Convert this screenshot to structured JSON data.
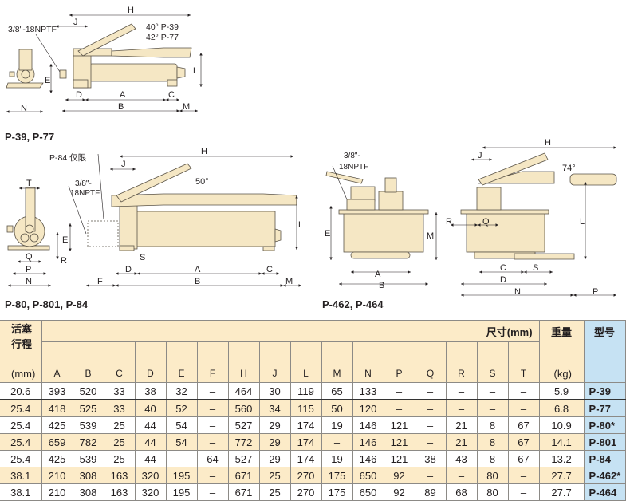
{
  "diagrams": {
    "p39": {
      "caption": "P-39, P-77",
      "port_label": "3/8\"-18NPTF",
      "angle_labels": [
        "40° P-39",
        "42° P-77"
      ],
      "dims": {
        "H": "H",
        "J": "J",
        "L": "L",
        "E": "E",
        "N": "N",
        "D": "D",
        "A": "A",
        "C": "C",
        "B": "B",
        "M": "M"
      }
    },
    "p80": {
      "caption": "P-80, P-801, P-84",
      "p84_note": "P-84 仅限",
      "port_label_1": "3/8\"-",
      "port_label_2": "18NPTF",
      "angle_label": "50°",
      "dims": {
        "H": "H",
        "J": "J",
        "L": "L",
        "T": "T",
        "E": "E",
        "R": "R",
        "Q": "Q",
        "P": "P",
        "N": "N",
        "F": "F",
        "D": "D",
        "S": "S",
        "A": "A",
        "C": "C",
        "B": "B",
        "M": "M"
      }
    },
    "p462": {
      "caption": "P-462, P-464",
      "port_label_1": "3/8\"-",
      "port_label_2": "18NPTF",
      "angle_label": "74°",
      "dims": {
        "H": "H",
        "J": "J",
        "L": "L",
        "E": "E",
        "M": "M",
        "A": "A",
        "B": "B",
        "R": "R",
        "Q": "Q",
        "C": "C",
        "S": "S",
        "D": "D",
        "N": "N",
        "P": "P"
      }
    }
  },
  "table": {
    "stroke_header_1": "活塞",
    "stroke_header_2": "行程",
    "stroke_unit": "(mm)",
    "dims_header": "尺寸(mm)",
    "weight_header": "重量",
    "weight_unit": "(kg)",
    "model_header": "型号",
    "columns": [
      "A",
      "B",
      "C",
      "D",
      "E",
      "F",
      "H",
      "J",
      "L",
      "M",
      "N",
      "P",
      "Q",
      "R",
      "S",
      "T"
    ],
    "rows": [
      {
        "stroke": "20.6",
        "vals": [
          "393",
          "520",
          "33",
          "38",
          "32",
          "–",
          "464",
          "30",
          "119",
          "65",
          "133",
          "–",
          "–",
          "–",
          "–",
          "–"
        ],
        "weight": "5.9",
        "model": "P-39"
      },
      {
        "stroke": "25.4",
        "vals": [
          "418",
          "525",
          "33",
          "40",
          "52",
          "–",
          "560",
          "34",
          "115",
          "50",
          "120",
          "–",
          "–",
          "–",
          "–",
          "–"
        ],
        "weight": "6.8",
        "model": "P-77"
      },
      {
        "stroke": "25.4",
        "vals": [
          "425",
          "539",
          "25",
          "44",
          "54",
          "–",
          "527",
          "29",
          "174",
          "19",
          "146",
          "121",
          "–",
          "21",
          "8",
          "67"
        ],
        "weight": "10.9",
        "model": "P-80*"
      },
      {
        "stroke": "25.4",
        "vals": [
          "659",
          "782",
          "25",
          "44",
          "54",
          "–",
          "772",
          "29",
          "174",
          "–",
          "146",
          "121",
          "–",
          "21",
          "8",
          "67"
        ],
        "weight": "14.1",
        "model": "P-801"
      },
      {
        "stroke": "25.4",
        "vals": [
          "425",
          "539",
          "25",
          "44",
          "–",
          "64",
          "527",
          "29",
          "174",
          "19",
          "146",
          "121",
          "38",
          "43",
          "8",
          "67"
        ],
        "weight": "13.2",
        "model": "P-84"
      },
      {
        "stroke": "38.1",
        "vals": [
          "210",
          "308",
          "163",
          "320",
          "195",
          "–",
          "671",
          "25",
          "270",
          "175",
          "650",
          "92",
          "–",
          "–",
          "80",
          "–"
        ],
        "weight": "27.7",
        "model": "P-462*"
      },
      {
        "stroke": "38.1",
        "vals": [
          "210",
          "308",
          "163",
          "320",
          "195",
          "–",
          "671",
          "25",
          "270",
          "175",
          "650",
          "92",
          "89",
          "68",
          "80",
          "–"
        ],
        "weight": "27.7",
        "model": "P-464"
      }
    ]
  },
  "colors": {
    "body_fill": "#f5e7c4",
    "body_stroke": "#5a5347",
    "header_tan": "#fcebc8",
    "model_blue": "#c6e2f3"
  }
}
